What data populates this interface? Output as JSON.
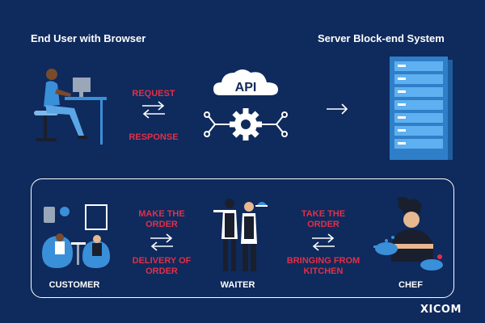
{
  "top": {
    "left_title": "End User with Browser",
    "right_title": "Server Block-end System",
    "request_label": "REQUEST",
    "response_label": "RESPONSE",
    "api_label": "API"
  },
  "bottom": {
    "make_order_label": "MAKE THE\nORDER",
    "delivery_label": "DELIVERY OF\nORDER",
    "take_order_label": "TAKE THE\nORDER",
    "bringing_label": "BRINGING FROM\nKITCHEN",
    "customer_label": "CUSTOMER",
    "waiter_label": "WAITER",
    "chef_label": "CHEF"
  },
  "brand": "XICOM",
  "colors": {
    "background": "#0f2a5c",
    "accent_red": "#e0304a",
    "server_blue": "#3a8fd9",
    "text": "#ffffff"
  }
}
